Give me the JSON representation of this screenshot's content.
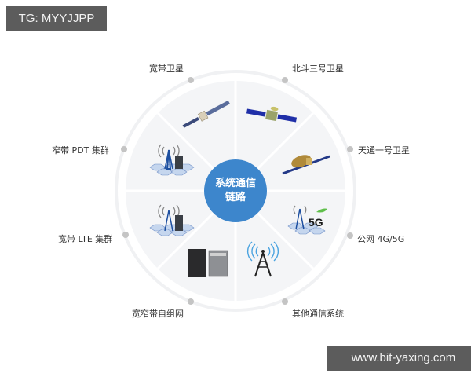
{
  "watermarks": {
    "top_left": "TG: MYYJJPP",
    "bottom_right": "www.bit-yaxing.com"
  },
  "center": {
    "line1": "系统通信",
    "line2": "链路",
    "color": "#3d86cc"
  },
  "segments": [
    {
      "label": "宽带卫星",
      "icon": "satellite-icon"
    },
    {
      "label": "北斗三号卫星",
      "icon": "beidou-satellite-icon"
    },
    {
      "label": "天通一号卫星",
      "icon": "tiantong-satellite-icon"
    },
    {
      "label": "公网 4G/5G",
      "icon": "5g-tower-icon"
    },
    {
      "label": "其他通信系统",
      "icon": "radio-tower-icon"
    },
    {
      "label": "宽窄带自组网",
      "icon": "mesh-radio-device-icon"
    },
    {
      "label": "宽带 LTE 集群",
      "icon": "lte-tower-icon"
    },
    {
      "label": "窄带 PDT 集群",
      "icon": "pdt-tower-icon"
    }
  ],
  "badge_5g": "5G"
}
